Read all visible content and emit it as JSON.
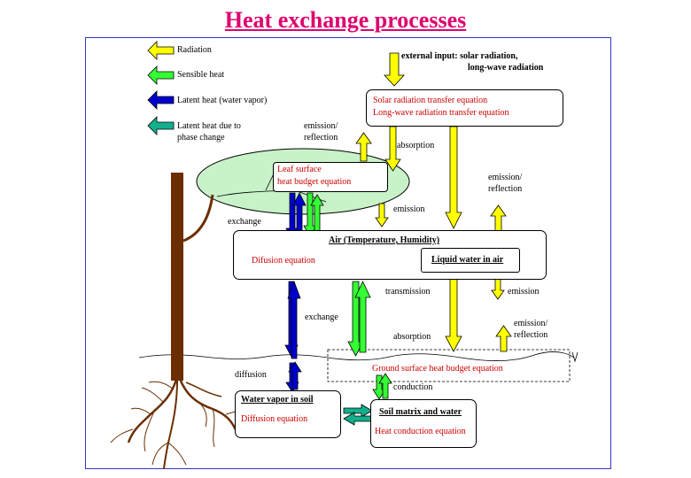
{
  "title": "Heat exchange processes",
  "legend": {
    "radiation": "Radiation",
    "sensible": "Sensible heat",
    "latent": "Latent heat (water vapor)",
    "phase_line1": "Latent heat due to",
    "phase_line2": "phase change"
  },
  "colors": {
    "radiation": "#ffff00",
    "sensible": "#33ff33",
    "latent": "#0000cc",
    "phase": "#12b08c",
    "title": "#e0006e",
    "tree": "#6b2e00",
    "leaf": "#c8f2c8"
  },
  "external_input": {
    "line1": "external input: solar radiation,",
    "line2": "long-wave radiation"
  },
  "radiation_box": {
    "line1": "Solar radiation transfer equation",
    "line2": "Long-wave radiation transfer equation"
  },
  "leaf_box": {
    "line1": "Leaf surface",
    "line2": "heat budget equation"
  },
  "air_box": {
    "title": "Air (Temperature, Humidity)",
    "diffusion": "Difusion equation",
    "liquid": "Liquid water in air"
  },
  "ground": {
    "label": "Ground surface heat budget equation"
  },
  "soil_vapor_box": {
    "title": "Water vapor in soil",
    "equation": "Diffusion equation"
  },
  "soil_matrix_box": {
    "title": "Soil matrix and water",
    "equation": "Heat conduction equation"
  },
  "labels": {
    "emission_reflection": "emission/",
    "reflection": "reflection",
    "absorption": "absorption",
    "emission": "emission",
    "exchange": "exchange",
    "transmission": "transmission",
    "diffusion": "diffusion",
    "conduction": "conduction"
  }
}
